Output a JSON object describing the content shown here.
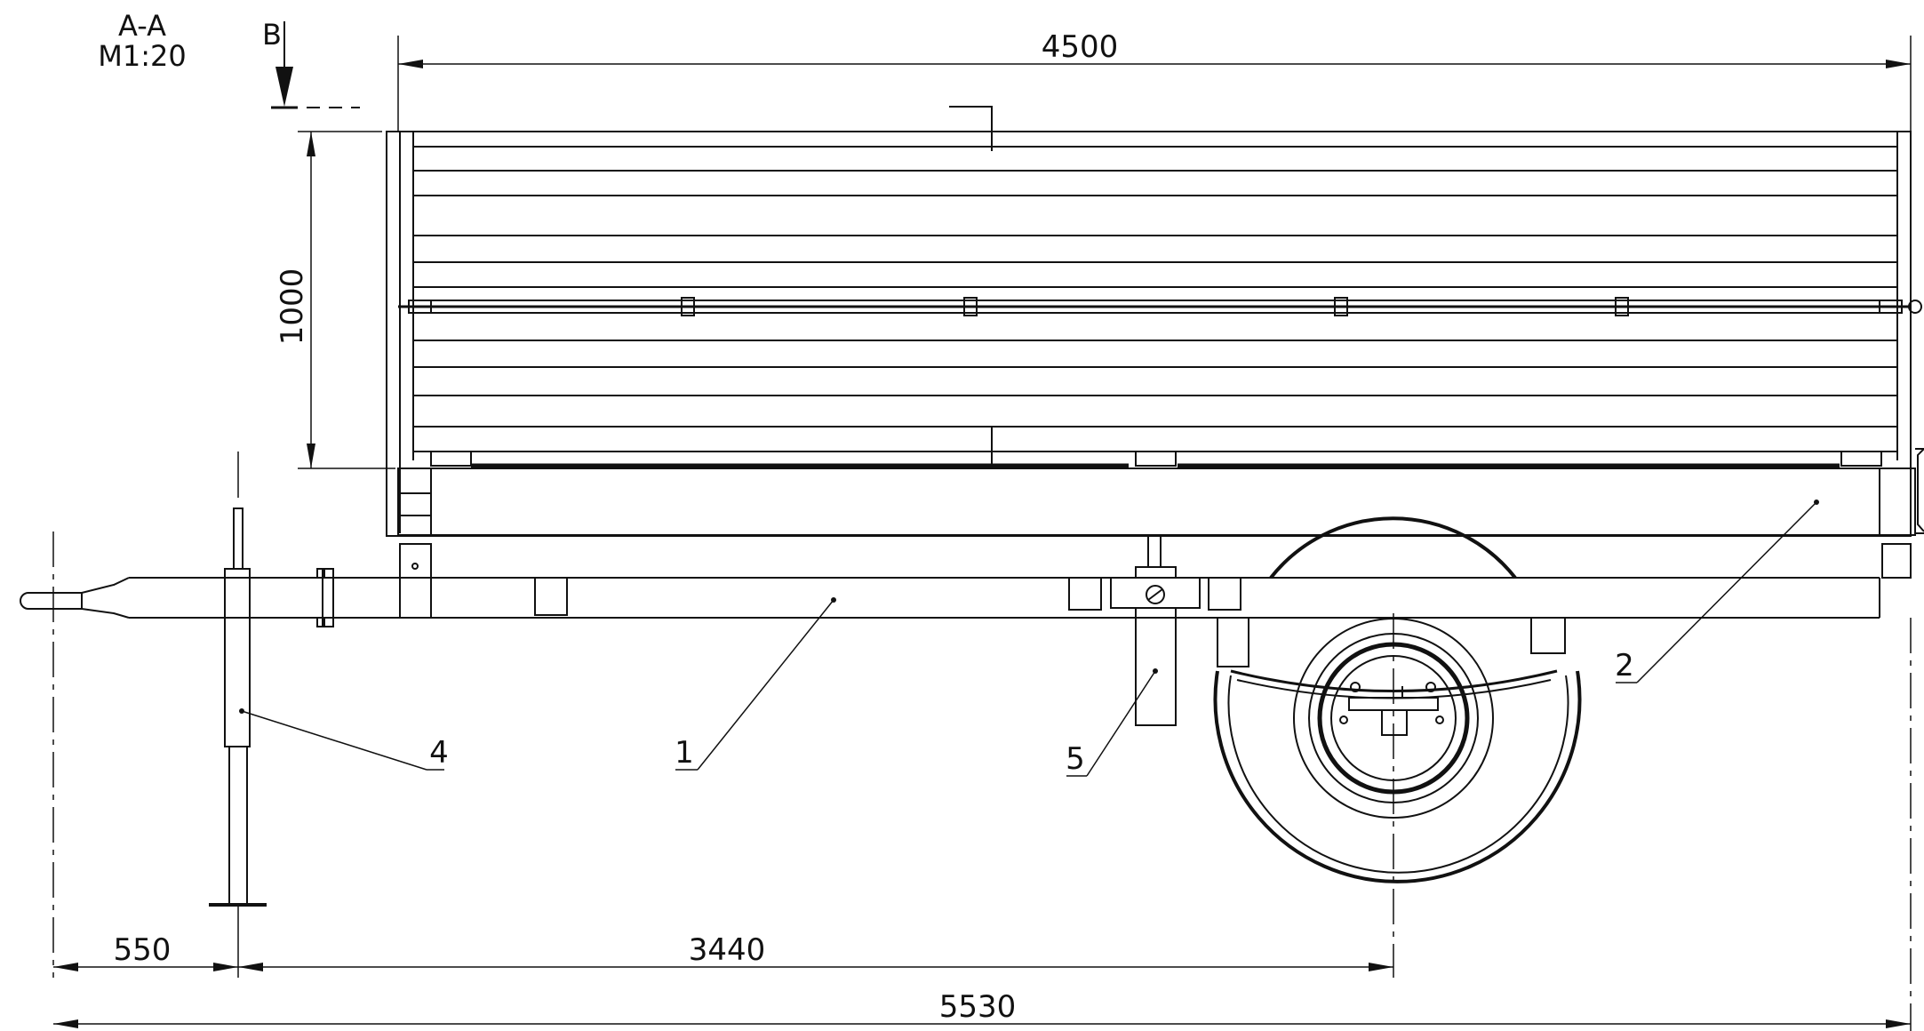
{
  "section": {
    "title": "A-A",
    "scale": "M1:20",
    "view_label": "B"
  },
  "dimensions": {
    "overall_box_length": "4500",
    "box_height": "1000",
    "hitch_to_jack": "550",
    "jack_to_axle": "3440",
    "overall_length": "5530"
  },
  "items": [
    {
      "number": "1"
    },
    {
      "number": "2"
    },
    {
      "number": "4"
    },
    {
      "number": "5"
    }
  ]
}
